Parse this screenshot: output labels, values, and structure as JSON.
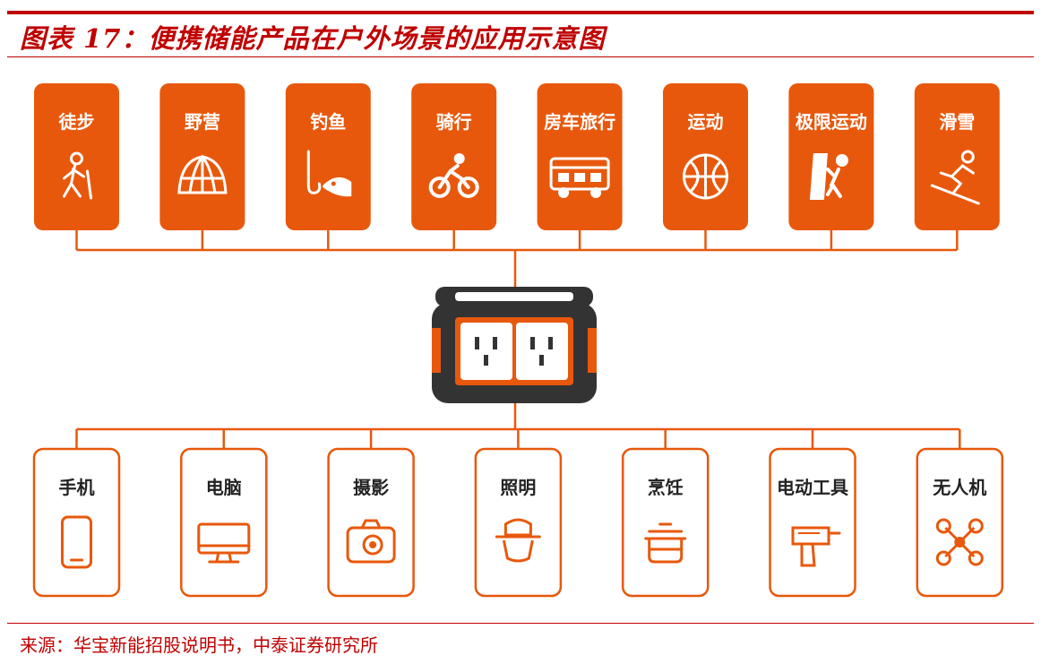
{
  "title": "图表 17：便携储能产品在户外场景的应用示意图",
  "source": "来源：华宝新能招股说明书，中泰证券研究所",
  "colors": {
    "accent": "#e8580c",
    "title": "#c00000",
    "device": "#333333"
  },
  "scenes": [
    {
      "label": "徒步",
      "icon": "hiking-icon"
    },
    {
      "label": "野营",
      "icon": "tent-icon"
    },
    {
      "label": "钓鱼",
      "icon": "fishing-icon"
    },
    {
      "label": "骑行",
      "icon": "cycling-icon"
    },
    {
      "label": "房车旅行",
      "icon": "rv-icon"
    },
    {
      "label": "运动",
      "icon": "ball-icon"
    },
    {
      "label": "极限运动",
      "icon": "climbing-icon"
    },
    {
      "label": "滑雪",
      "icon": "skiing-icon"
    }
  ],
  "devices": [
    {
      "label": "手机",
      "icon": "phone-icon"
    },
    {
      "label": "电脑",
      "icon": "monitor-icon"
    },
    {
      "label": "摄影",
      "icon": "camera-icon"
    },
    {
      "label": "照明",
      "icon": "lamp-icon"
    },
    {
      "label": "烹饪",
      "icon": "cooking-pot-icon"
    },
    {
      "label": "电动工具",
      "icon": "drill-icon"
    },
    {
      "label": "无人机",
      "icon": "drone-icon"
    }
  ]
}
